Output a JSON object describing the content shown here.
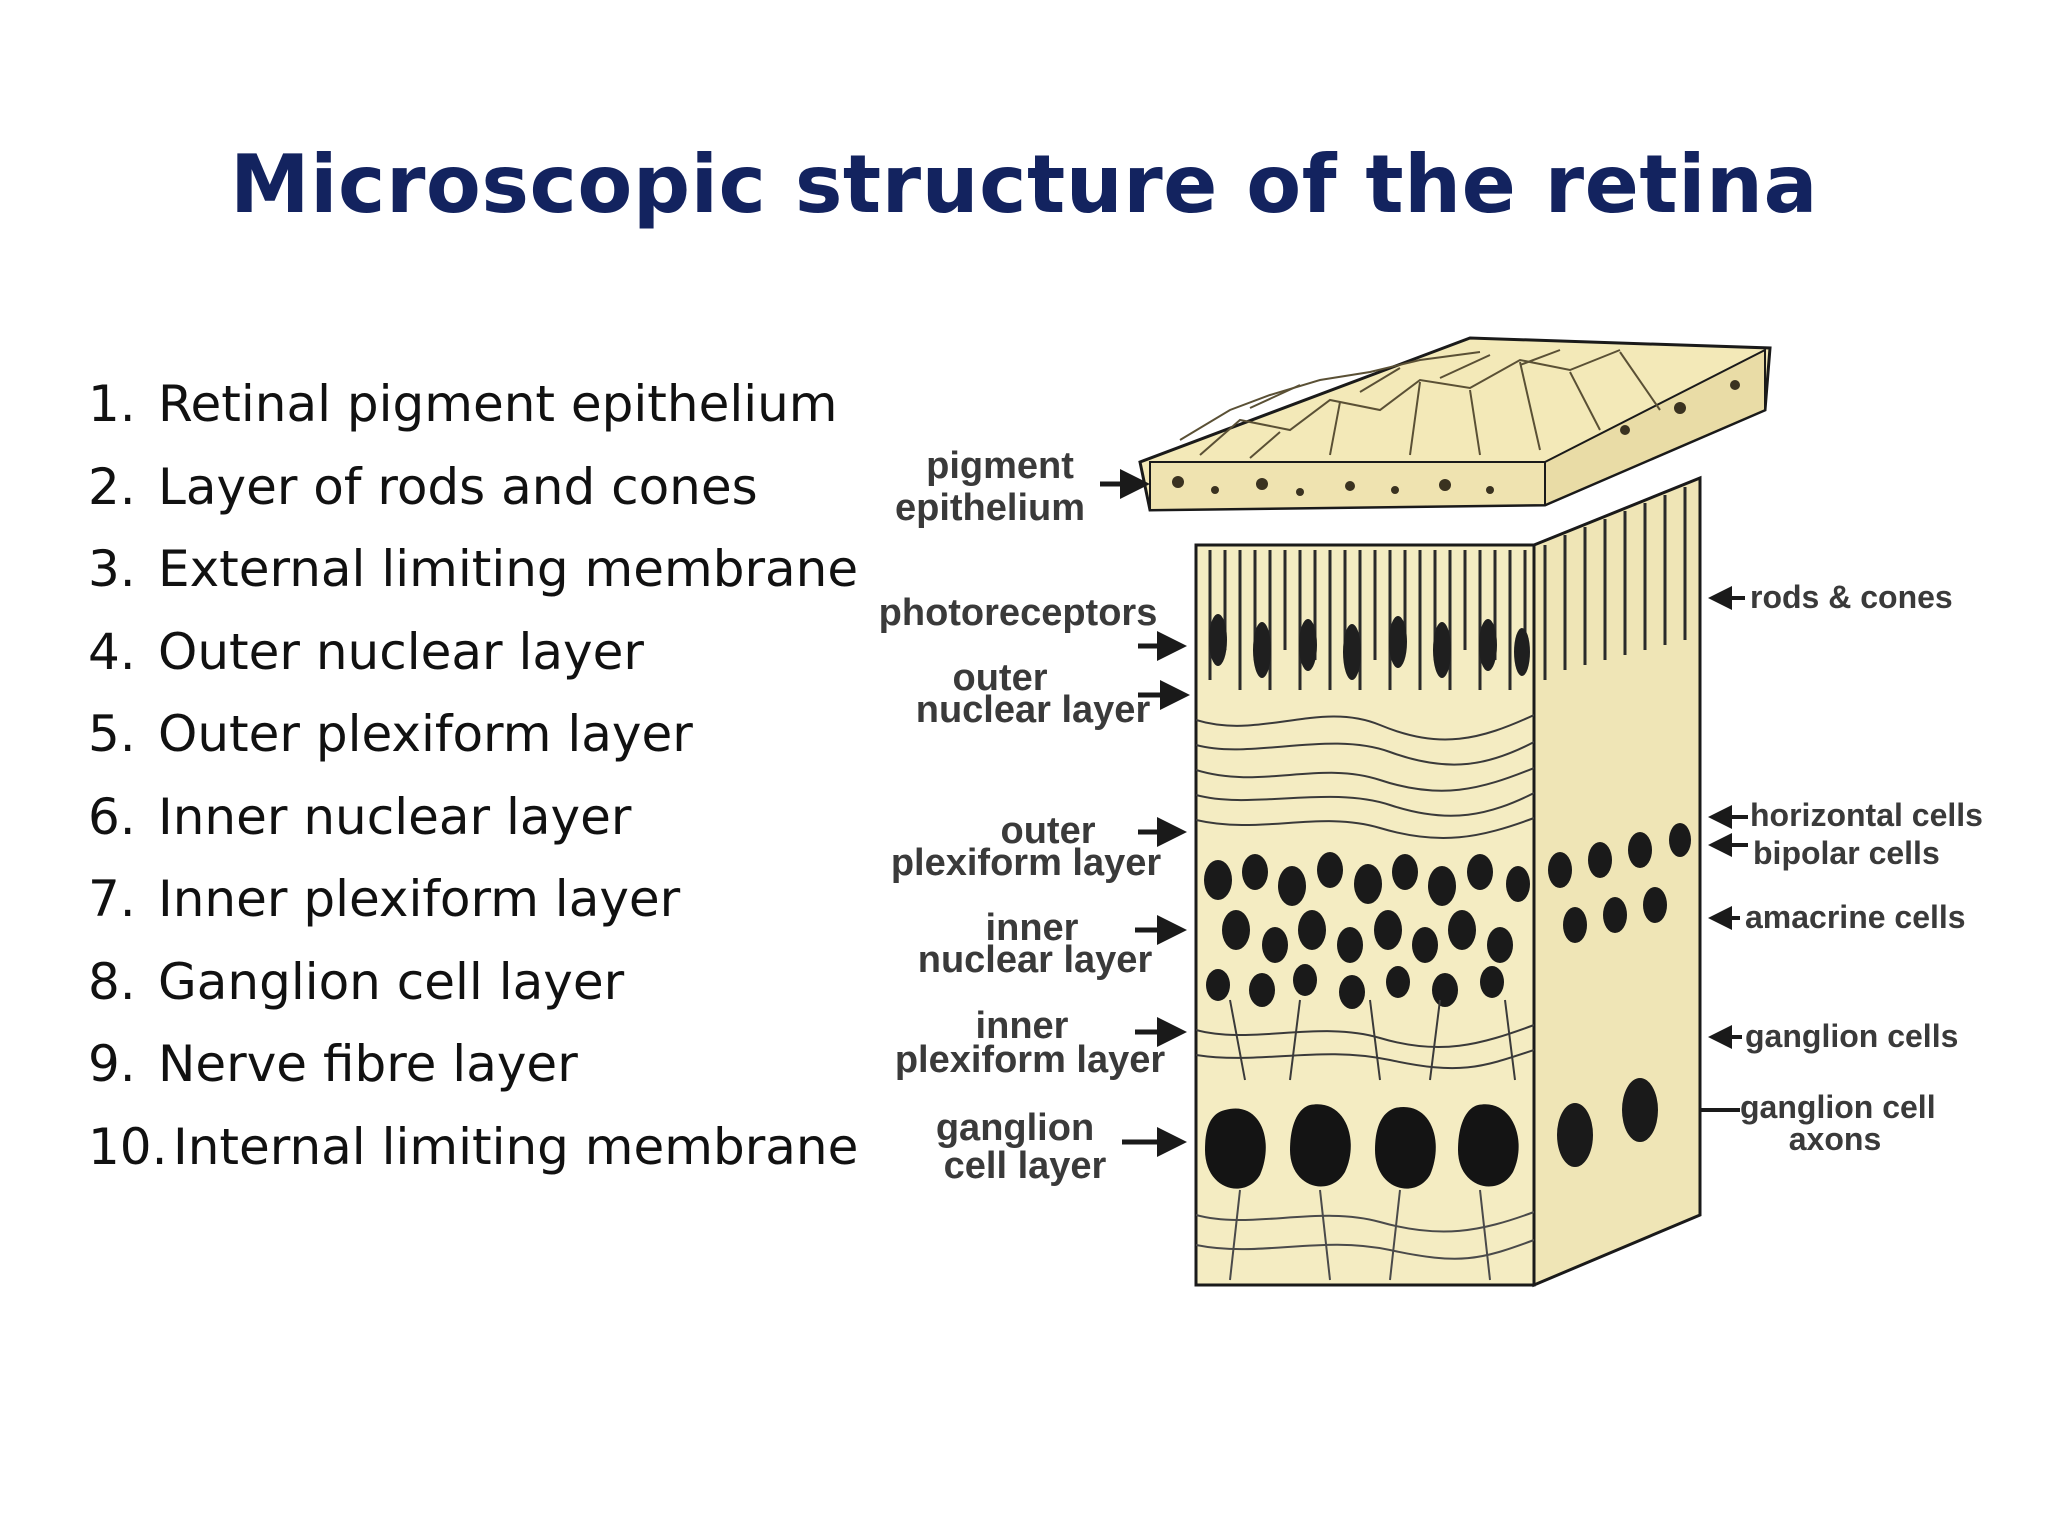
{
  "slide": {
    "title": "Microscopic structure of the retina",
    "layers": [
      {
        "num": "1.",
        "text": "Retinal pigment epithelium"
      },
      {
        "num": "2.",
        "text": "Layer of rods and cones"
      },
      {
        "num": "3.",
        "text": "External limiting membrane"
      },
      {
        "num": "4.",
        "text": "Outer nuclear layer"
      },
      {
        "num": "5.",
        "text": "Outer plexiform layer"
      },
      {
        "num": "6.",
        "text": "Inner nuclear layer"
      },
      {
        "num": "7.",
        "text": "Inner plexiform layer"
      },
      {
        "num": "8.",
        "text": "Ganglion cell layer"
      },
      {
        "num": "9.",
        "text": "Nerve fibre layer"
      },
      {
        "num": "10.",
        "text": "Internal limiting membrane"
      }
    ]
  },
  "diagram": {
    "left_labels": {
      "pigment_1": "pigment",
      "pigment_2": "epithelium",
      "photoreceptors": "photoreceptors",
      "outer_nuclear_1": "outer",
      "outer_nuclear_2": "nuclear layer",
      "outer_plexiform_1": "outer",
      "outer_plexiform_2": "plexiform layer",
      "inner_nuclear_1": "inner",
      "inner_nuclear_2": "nuclear layer",
      "inner_plexiform_1": "inner",
      "inner_plexiform_2": "plexiform layer",
      "ganglion_layer_1": "ganglion",
      "ganglion_layer_2": "cell layer"
    },
    "right_labels": {
      "rods_cones": "rods & cones",
      "horizontal": "horizontal cells",
      "bipolar": "bipolar cells",
      "amacrine": "amacrine cells",
      "ganglion_cells": "ganglion cells",
      "axons_1": "ganglion cell",
      "axons_2": "axons"
    },
    "colors": {
      "tissue": "#f4ecc2",
      "ink": "#1a1a1a",
      "label": "#3a3a3a",
      "title": "#13235f"
    }
  }
}
